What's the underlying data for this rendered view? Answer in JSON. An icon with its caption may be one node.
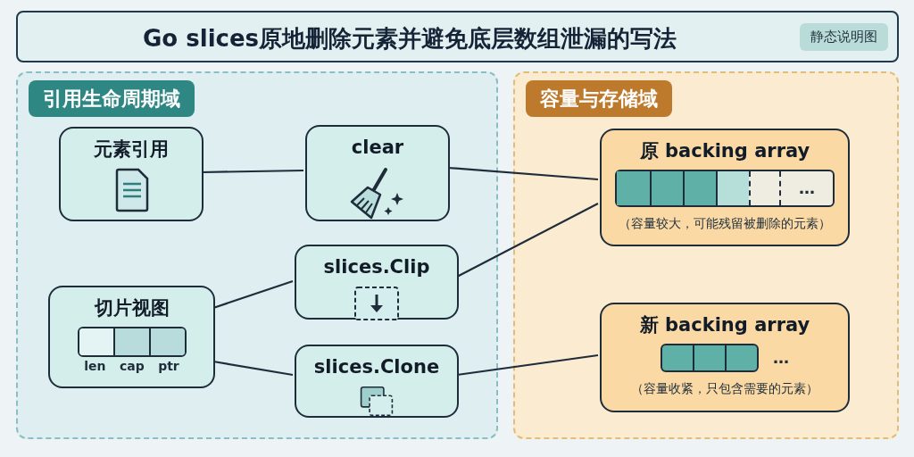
{
  "diagram": {
    "title": "Go slices原地删除元素并避免底层数组泄漏的写法",
    "nodes": [
      {
        "text": [
          "引用生命周期域"
        ]
      },
      {
        "text": [
          "元素引用"
        ],
        "in": 0
      },
      {
        "text": [
          "clear"
        ],
        "in": 0
      },
      {
        "text": [
          "切片视图",
          "len",
          "cap",
          "ptr"
        ],
        "in": 0
      },
      {
        "text": [
          "slices.Clip"
        ],
        "in": 0
      },
      {
        "text": [
          "slices.Clone"
        ],
        "in": 0
      },
      {
        "text": [
          "容量与存储域"
        ]
      },
      {
        "text": [
          "原 backing array",
          "…",
          "（容量较大，可能残留被删除的元素）"
        ],
        "in": 6
      },
      {
        "text": [
          "新 backing array",
          "…",
          "（容量收紧，只包含需要的元素）"
        ],
        "in": 6
      }
    ],
    "edges": [
      {
        "from": 1,
        "to": 2,
        "arrow": "none"
      },
      {
        "from": 2,
        "to": 7,
        "arrow": "none"
      },
      {
        "from": 3,
        "to": 4,
        "arrow": "none"
      },
      {
        "from": 3,
        "to": 5,
        "arrow": "none"
      },
      {
        "from": 4,
        "to": 7,
        "arrow": "none"
      },
      {
        "from": 5,
        "to": 8,
        "arrow": "none"
      }
    ],
    "labels": [
      "静态说明图"
    ]
  }
}
